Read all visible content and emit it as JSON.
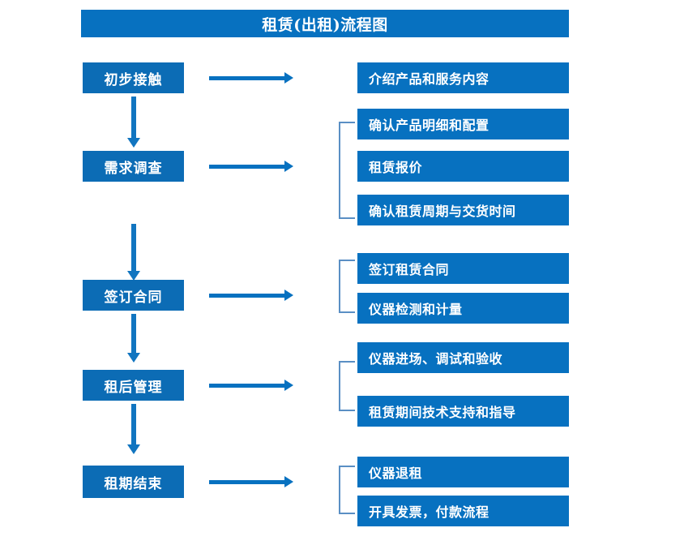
{
  "title": {
    "text": "租赁(出租)流程图"
  },
  "colors": {
    "banner_blue": "#0771C0",
    "stage_blue": "#0C6CB5",
    "detail_blue": "#0771C0",
    "arrow_blue": "#1175C0",
    "bracket_blue": "#5A8FC4",
    "text_white": "#FFFFFF",
    "background": "#FFFFFF"
  },
  "stages": [
    {
      "label": "初步接触"
    },
    {
      "label": "需求调查"
    },
    {
      "label": "签订合同"
    },
    {
      "label": "租后管理"
    },
    {
      "label": "租期结束"
    }
  ],
  "details": [
    {
      "label": "介绍产品和服务内容"
    },
    {
      "label": "确认产品明细和配置"
    },
    {
      "label": "租赁报价"
    },
    {
      "label": "确认租赁周期与交货时间"
    },
    {
      "label": "签订租赁合同"
    },
    {
      "label": "仪器检测和计量"
    },
    {
      "label": "仪器进场、调试和验收"
    },
    {
      "label": "租赁期间技术支持和指导"
    },
    {
      "label": "仪器退租"
    },
    {
      "label": "开具发票，付款流程"
    }
  ],
  "chart_data": {
    "type": "diagram",
    "title": "租赁(出租)流程图",
    "orientation": "vertical-stages-with-horizontal-details",
    "stages": [
      {
        "stage": "初步接触",
        "details": [
          "介绍产品和服务内容"
        ]
      },
      {
        "stage": "需求调查",
        "details": [
          "确认产品明细和配置",
          "租赁报价",
          "确认租赁周期与交货时间"
        ]
      },
      {
        "stage": "签订合同",
        "details": [
          "签订租赁合同",
          "仪器检测和计量"
        ]
      },
      {
        "stage": "租后管理",
        "details": [
          "仪器进场、调试和验收",
          "租赁期间技术支持和指导"
        ]
      },
      {
        "stage": "租期结束",
        "details": [
          "仪器退租",
          "开具发票，付款流程"
        ]
      }
    ]
  }
}
